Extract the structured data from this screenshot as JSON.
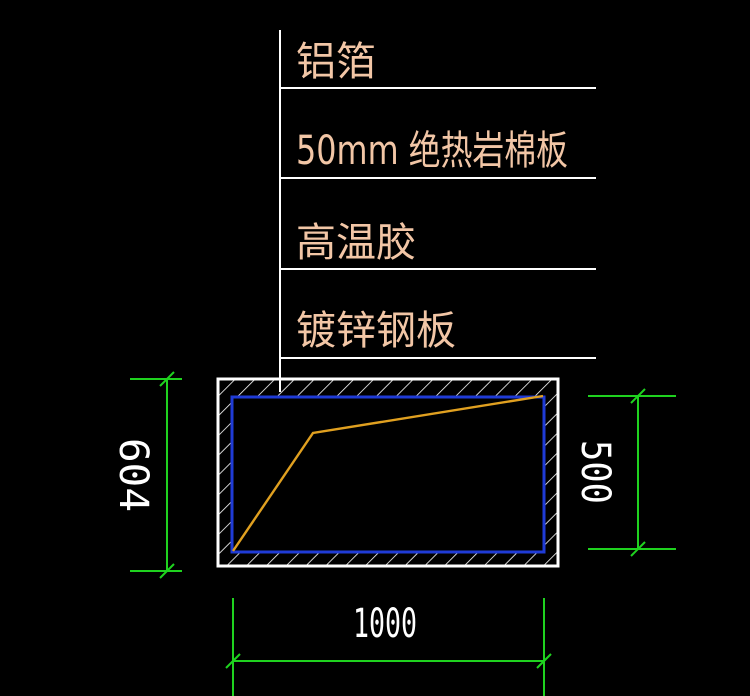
{
  "colors": {
    "background": "#000000",
    "leader_line": "#ffffff",
    "layer_text": "#f2c6a6",
    "duct_outline": "#ffffff",
    "hatch": "#ffffff",
    "inner_outline": "#1f3bd6",
    "fold_line": "#e0a020",
    "dimension": "#1fd21f",
    "dimension_text": "#ffffff"
  },
  "layers": [
    {
      "label": "铝箔"
    },
    {
      "label": "50mm 绝热岩棉板"
    },
    {
      "label": "高温胶"
    },
    {
      "label": "镀锌钢板"
    }
  ],
  "dimensions": {
    "height": "604",
    "inner_height": "500",
    "width": "1000"
  }
}
